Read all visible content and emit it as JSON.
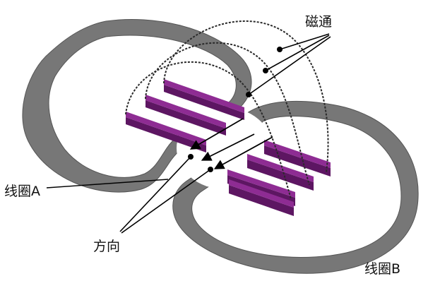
{
  "labels": {
    "flux": "磁通",
    "coil_a": "线圈A",
    "coil_b": "线圈B",
    "direction": "方向"
  },
  "colors": {
    "coil": "#777777",
    "coil_edge": "#555555",
    "bar_top": "#8e2c93",
    "bar_side": "#5d1662",
    "flux_line": "#2a2a2a",
    "pointer": "#000000"
  },
  "icons": {
    "flux_line": "dashed-arc",
    "direction": "arrow"
  }
}
